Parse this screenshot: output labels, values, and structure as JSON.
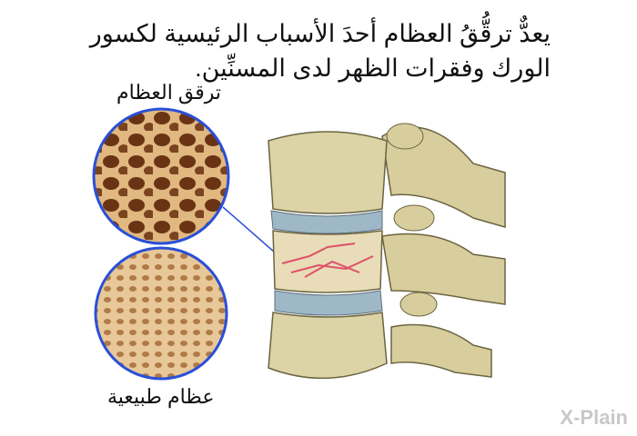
{
  "title": "يعدٌّ ترقُّقُ العظام أحدَ الأسباب الرئيسية لكسور الورك وفقرات الظهر لدى المسنِّين.",
  "labels": {
    "osteoporosis": "ترقق العظام",
    "normal_bone": "عظام طبيعية"
  },
  "logo": "X-Plain",
  "colors": {
    "circle_outline": "#2a4fd8",
    "bone": "#d9cfa0",
    "disc": "#9fb8c8",
    "fracture": "#e0506a"
  }
}
